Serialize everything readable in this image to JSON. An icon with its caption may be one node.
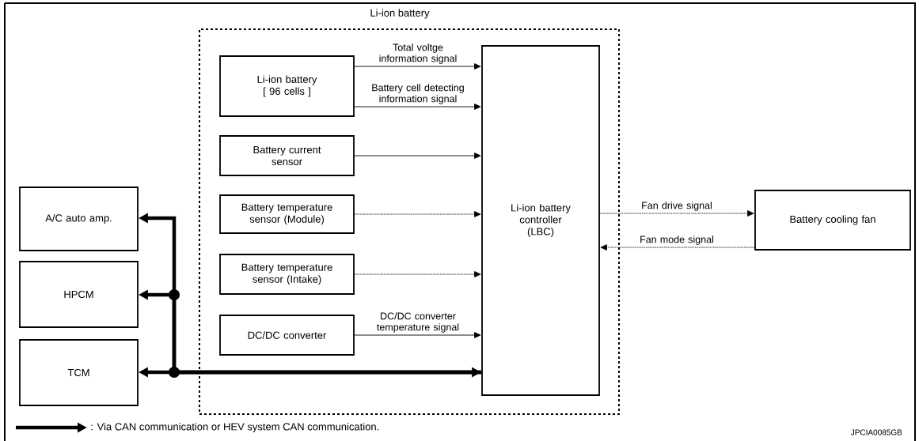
{
  "diagram": {
    "nodes": [
      {
        "text": [
          "Li-ion battery"
        ]
      },
      {
        "text": [
          "Li-ion battery [ 96 cells ]"
        ],
        "in": 0
      },
      {
        "text": [
          "Battery current sensor"
        ],
        "in": 0
      },
      {
        "text": [
          "Battery temperature sensor (Module)"
        ],
        "in": 0
      },
      {
        "text": [
          "Battery temperature sensor (Intake)"
        ],
        "in": 0
      },
      {
        "text": [
          "DC/DC converter"
        ],
        "in": 0
      },
      {
        "text": [
          "Li-ion battery controller (LBC)"
        ],
        "in": 0
      },
      {
        "text": [
          "Battery cooling fan"
        ]
      },
      {
        "text": [
          "A/C auto amp."
        ]
      },
      {
        "text": [
          "HPCM"
        ]
      },
      {
        "text": [
          "TCM"
        ]
      }
    ],
    "edges": [
      {
        "from": 1,
        "to": 6,
        "arrow": "to",
        "label": "Total voltge information signal"
      },
      {
        "from": 1,
        "to": 6,
        "arrow": "to",
        "label": "Battery cell detecting information signal"
      },
      {
        "from": 2,
        "to": 6,
        "arrow": "to"
      },
      {
        "from": 3,
        "to": 6,
        "arrow": "to",
        "style": "dashed"
      },
      {
        "from": 4,
        "to": 6,
        "arrow": "to",
        "style": "dashed"
      },
      {
        "from": 5,
        "to": 6,
        "arrow": "to",
        "label": "DC/DC converter temperature signal"
      },
      {
        "from": 6,
        "to": 7,
        "arrow": "to",
        "style": "dashed",
        "label": "Fan drive signal"
      },
      {
        "from": 7,
        "to": 6,
        "arrow": "to",
        "style": "dashed",
        "label": "Fan mode signal"
      },
      {
        "from": 6,
        "to": 10,
        "arrow": "both",
        "style": "thick"
      },
      {
        "from": 6,
        "to": 9,
        "arrow": "to",
        "style": "thick"
      },
      {
        "from": 6,
        "to": 8,
        "arrow": "to",
        "style": "thick"
      }
    ],
    "labels": [
      "JPCIA0085GB"
    ],
    "legend": [
      {
        "text": ": Via CAN communication or HEV system CAN communication."
      }
    ]
  }
}
